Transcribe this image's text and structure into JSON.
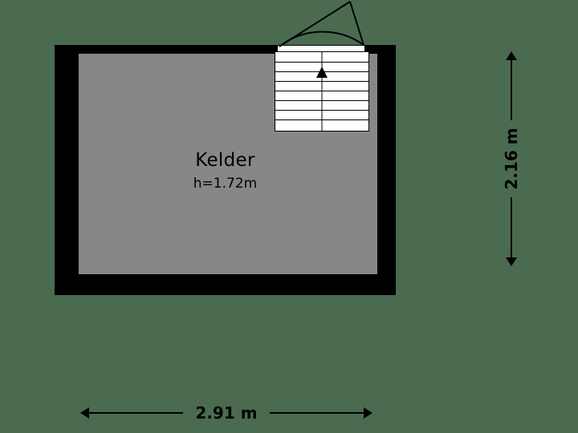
{
  "canvas": {
    "background_color": "#4a6b50",
    "wall_color": "#000000",
    "room_fill_color": "#878787",
    "stairs_fill_color": "#ffffff",
    "line_color": "#000000"
  },
  "plan": {
    "room": {
      "name": "Kelder",
      "height_label": "h=1.72m"
    },
    "stairs": {
      "icon": "stairs-up-arrow-icon",
      "step_count": 8
    },
    "door": {
      "icon": "door-swing-icon"
    }
  },
  "dimensions": {
    "vertical": {
      "label": "2.16 m",
      "icon": "double-arrow-vertical-icon"
    },
    "horizontal": {
      "label": "2.91 m",
      "icon": "double-arrow-horizontal-icon"
    }
  }
}
